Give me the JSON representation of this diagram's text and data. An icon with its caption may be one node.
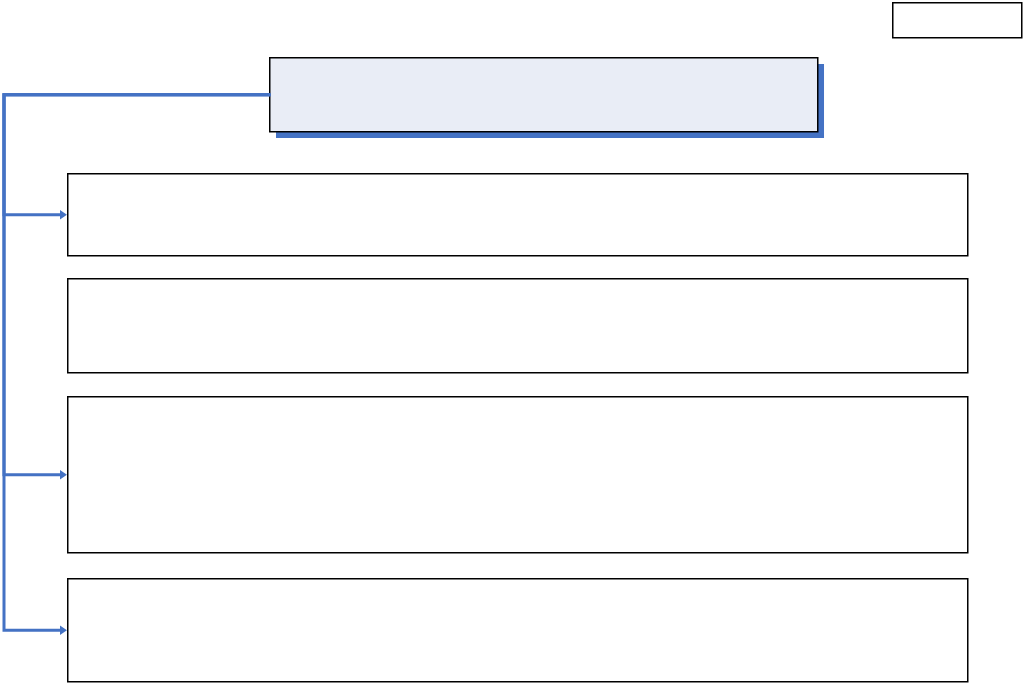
{
  "diagram": {
    "nodes": [
      {
        "text": [],
        "shape": "box"
      },
      {
        "text": [],
        "shape": "box"
      },
      {
        "text": [],
        "shape": "box"
      },
      {
        "text": [],
        "shape": "box"
      },
      {
        "text": [],
        "shape": "box"
      },
      {
        "text": [],
        "shape": "box"
      }
    ],
    "edges": [
      {
        "from": 1,
        "to": 2,
        "arrow": "to"
      },
      {
        "from": 1,
        "to": 4,
        "arrow": "to"
      },
      {
        "from": 1,
        "to": 5,
        "arrow": "to"
      }
    ]
  }
}
